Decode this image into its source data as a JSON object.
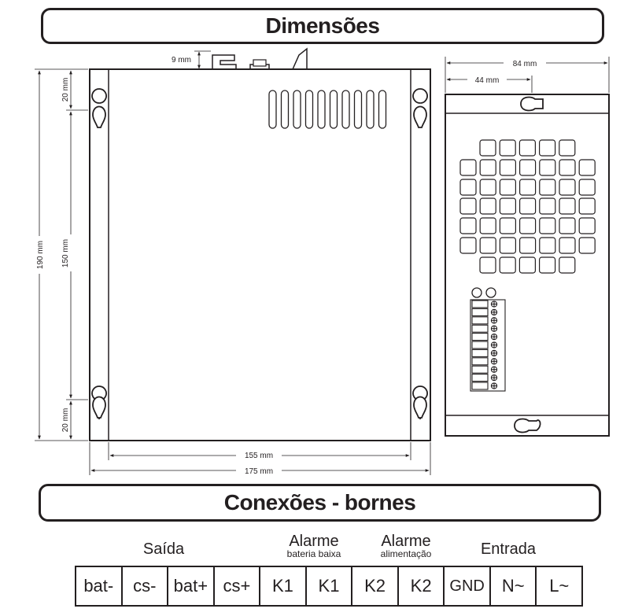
{
  "titles": {
    "dimensions": "Dimensões",
    "connections": "Conexões - bornes"
  },
  "dimension_labels": {
    "rail_clearance": "9 mm",
    "total_height": "190 mm",
    "hole_spacing_vertical": "150 mm",
    "top_margin": "20 mm",
    "bottom_margin": "20 mm",
    "hole_spacing_horizontal": "155 mm",
    "total_width": "175 mm",
    "depth": "84 mm",
    "hole_offset_side": "44 mm"
  },
  "terminal_groups": [
    {
      "label": "Saída",
      "sublabel": ""
    },
    {
      "label": "Alarme",
      "sublabel": "bateria baixa"
    },
    {
      "label": "Alarme",
      "sublabel": "alimentação"
    },
    {
      "label": "Entrada",
      "sublabel": ""
    }
  ],
  "terminals": [
    "bat-",
    "cs-",
    "bat+",
    "cs+",
    "K1",
    "K1",
    "K2",
    "K2",
    "GND",
    "N~",
    "L~"
  ],
  "colors": {
    "ink": "#231f20",
    "background": "#ffffff"
  }
}
